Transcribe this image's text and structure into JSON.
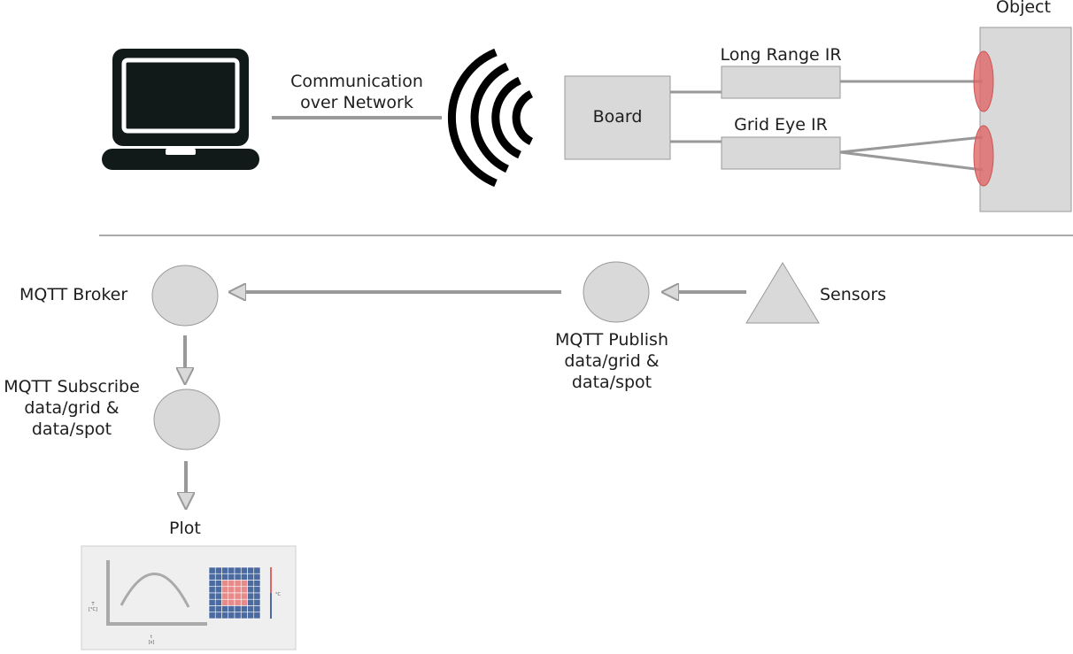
{
  "hardware": {
    "communication_label_1": "Communication",
    "communication_label_2": "over Network",
    "board_label": "Board",
    "long_range_label": "Long Range IR",
    "grid_eye_label": "Grid Eye IR",
    "object_label": "Object"
  },
  "software": {
    "broker_label": "MQTT Broker",
    "sensors_label": "Sensors",
    "publish_lines": [
      "MQTT Publish",
      "data/grid &",
      "data/spot"
    ],
    "subscribe_lines": [
      "MQTT Subscribe",
      "data/grid &",
      "data/spot"
    ],
    "plot_label": "Plot"
  },
  "plot_thumbnail": {
    "y_axis_label_1": "T",
    "y_axis_label_2": "[°C]",
    "x_axis_label_1": "t",
    "x_axis_label_2": "[s]",
    "colorbar_label": "°C"
  },
  "colors": {
    "gray_fill": "#d9d9d9",
    "gray_line": "#999999",
    "sensor_spot": "#e06666",
    "grid_blue": "#4a6aa0",
    "grid_hot": "#e88a8a",
    "laptop": "#111a18"
  }
}
